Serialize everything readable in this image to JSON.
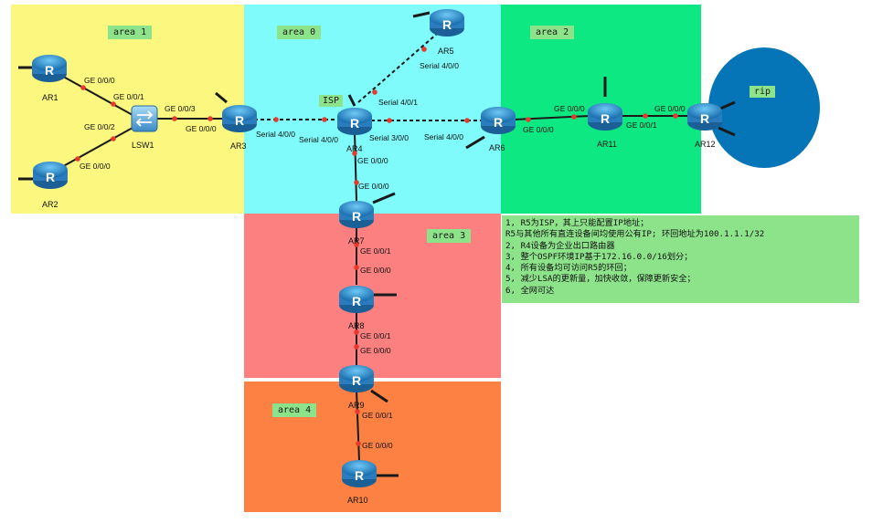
{
  "areas": [
    {
      "id": "area1",
      "label": "area 1",
      "color": "#fbf77f"
    },
    {
      "id": "area0",
      "label": "area 0",
      "color": "#7ffbfb"
    },
    {
      "id": "area2",
      "label": "area 2",
      "color": "#0de882"
    },
    {
      "id": "area3",
      "label": "area 3",
      "color": "#fc8080"
    },
    {
      "id": "area4",
      "label": "area 4",
      "color": "#fc8142"
    }
  ],
  "rip": {
    "label": "rip",
    "color": "#0675b8"
  },
  "isp_label": "ISP",
  "devices": {
    "ar1": "AR1",
    "ar2": "AR2",
    "lsw1": "LSW1",
    "ar3": "AR3",
    "ar4": "AR4",
    "ar5": "AR5",
    "ar6": "AR6",
    "ar7": "AR7",
    "ar8": "AR8",
    "ar9": "AR9",
    "ar10": "AR10",
    "ar11": "AR11",
    "ar12": "AR12"
  },
  "interfaces": {
    "ar1_ge000": "GE 0/0/0",
    "lsw_ge001": "GE 0/0/1",
    "lsw_ge002": "GE 0/0/2",
    "ar2_ge000": "GE 0/0/0",
    "lsw_ge003": "GE 0/0/3",
    "ar3_ge000": "GE 0/0/0",
    "ar3_s400": "Serial 4/0/0",
    "ar4_s400": "Serial 4/0/0",
    "ar5_s400": "Serial 4/0/0",
    "ar4_s401": "Serial 4/0/1",
    "ar4_s300": "Serial 3/0/0",
    "ar6_s400": "Serial 4/0/0",
    "ar4_ge000": "GE 0/0/0",
    "ar7_ge000": "GE 0/0/0",
    "ar7_ge001": "GE 0/0/1",
    "ar8_ge000": "GE 0/0/0",
    "ar8_ge001": "GE 0/0/1",
    "ar9_ge000": "GE 0/0/0",
    "ar9_ge001": "GE 0/0/1",
    "ar10_ge000": "GE 0/0/0",
    "ar6_ge000_a": "GE 0/0/0",
    "ar11_ge000": "GE 0/0/0",
    "ar11_ge001": "GE 0/0/1",
    "ar12_ge000": "GE 0/0/0"
  },
  "notes": [
    "1, R5为ISP，其上只能配置IP地址；",
    "     R5与其他所有直连设备间均使用公有IP; 环回地址为100.1.1.1/32",
    "2, R4设备为企业出口路由器",
    "3, 整个OSPF环境IP基于172.16.0.0/16划分；",
    "4, 所有设备均可访问R5的环回；",
    "5, 减少LSA的更新量，加快收敛，保障更新安全；",
    "6, 全网可达"
  ]
}
